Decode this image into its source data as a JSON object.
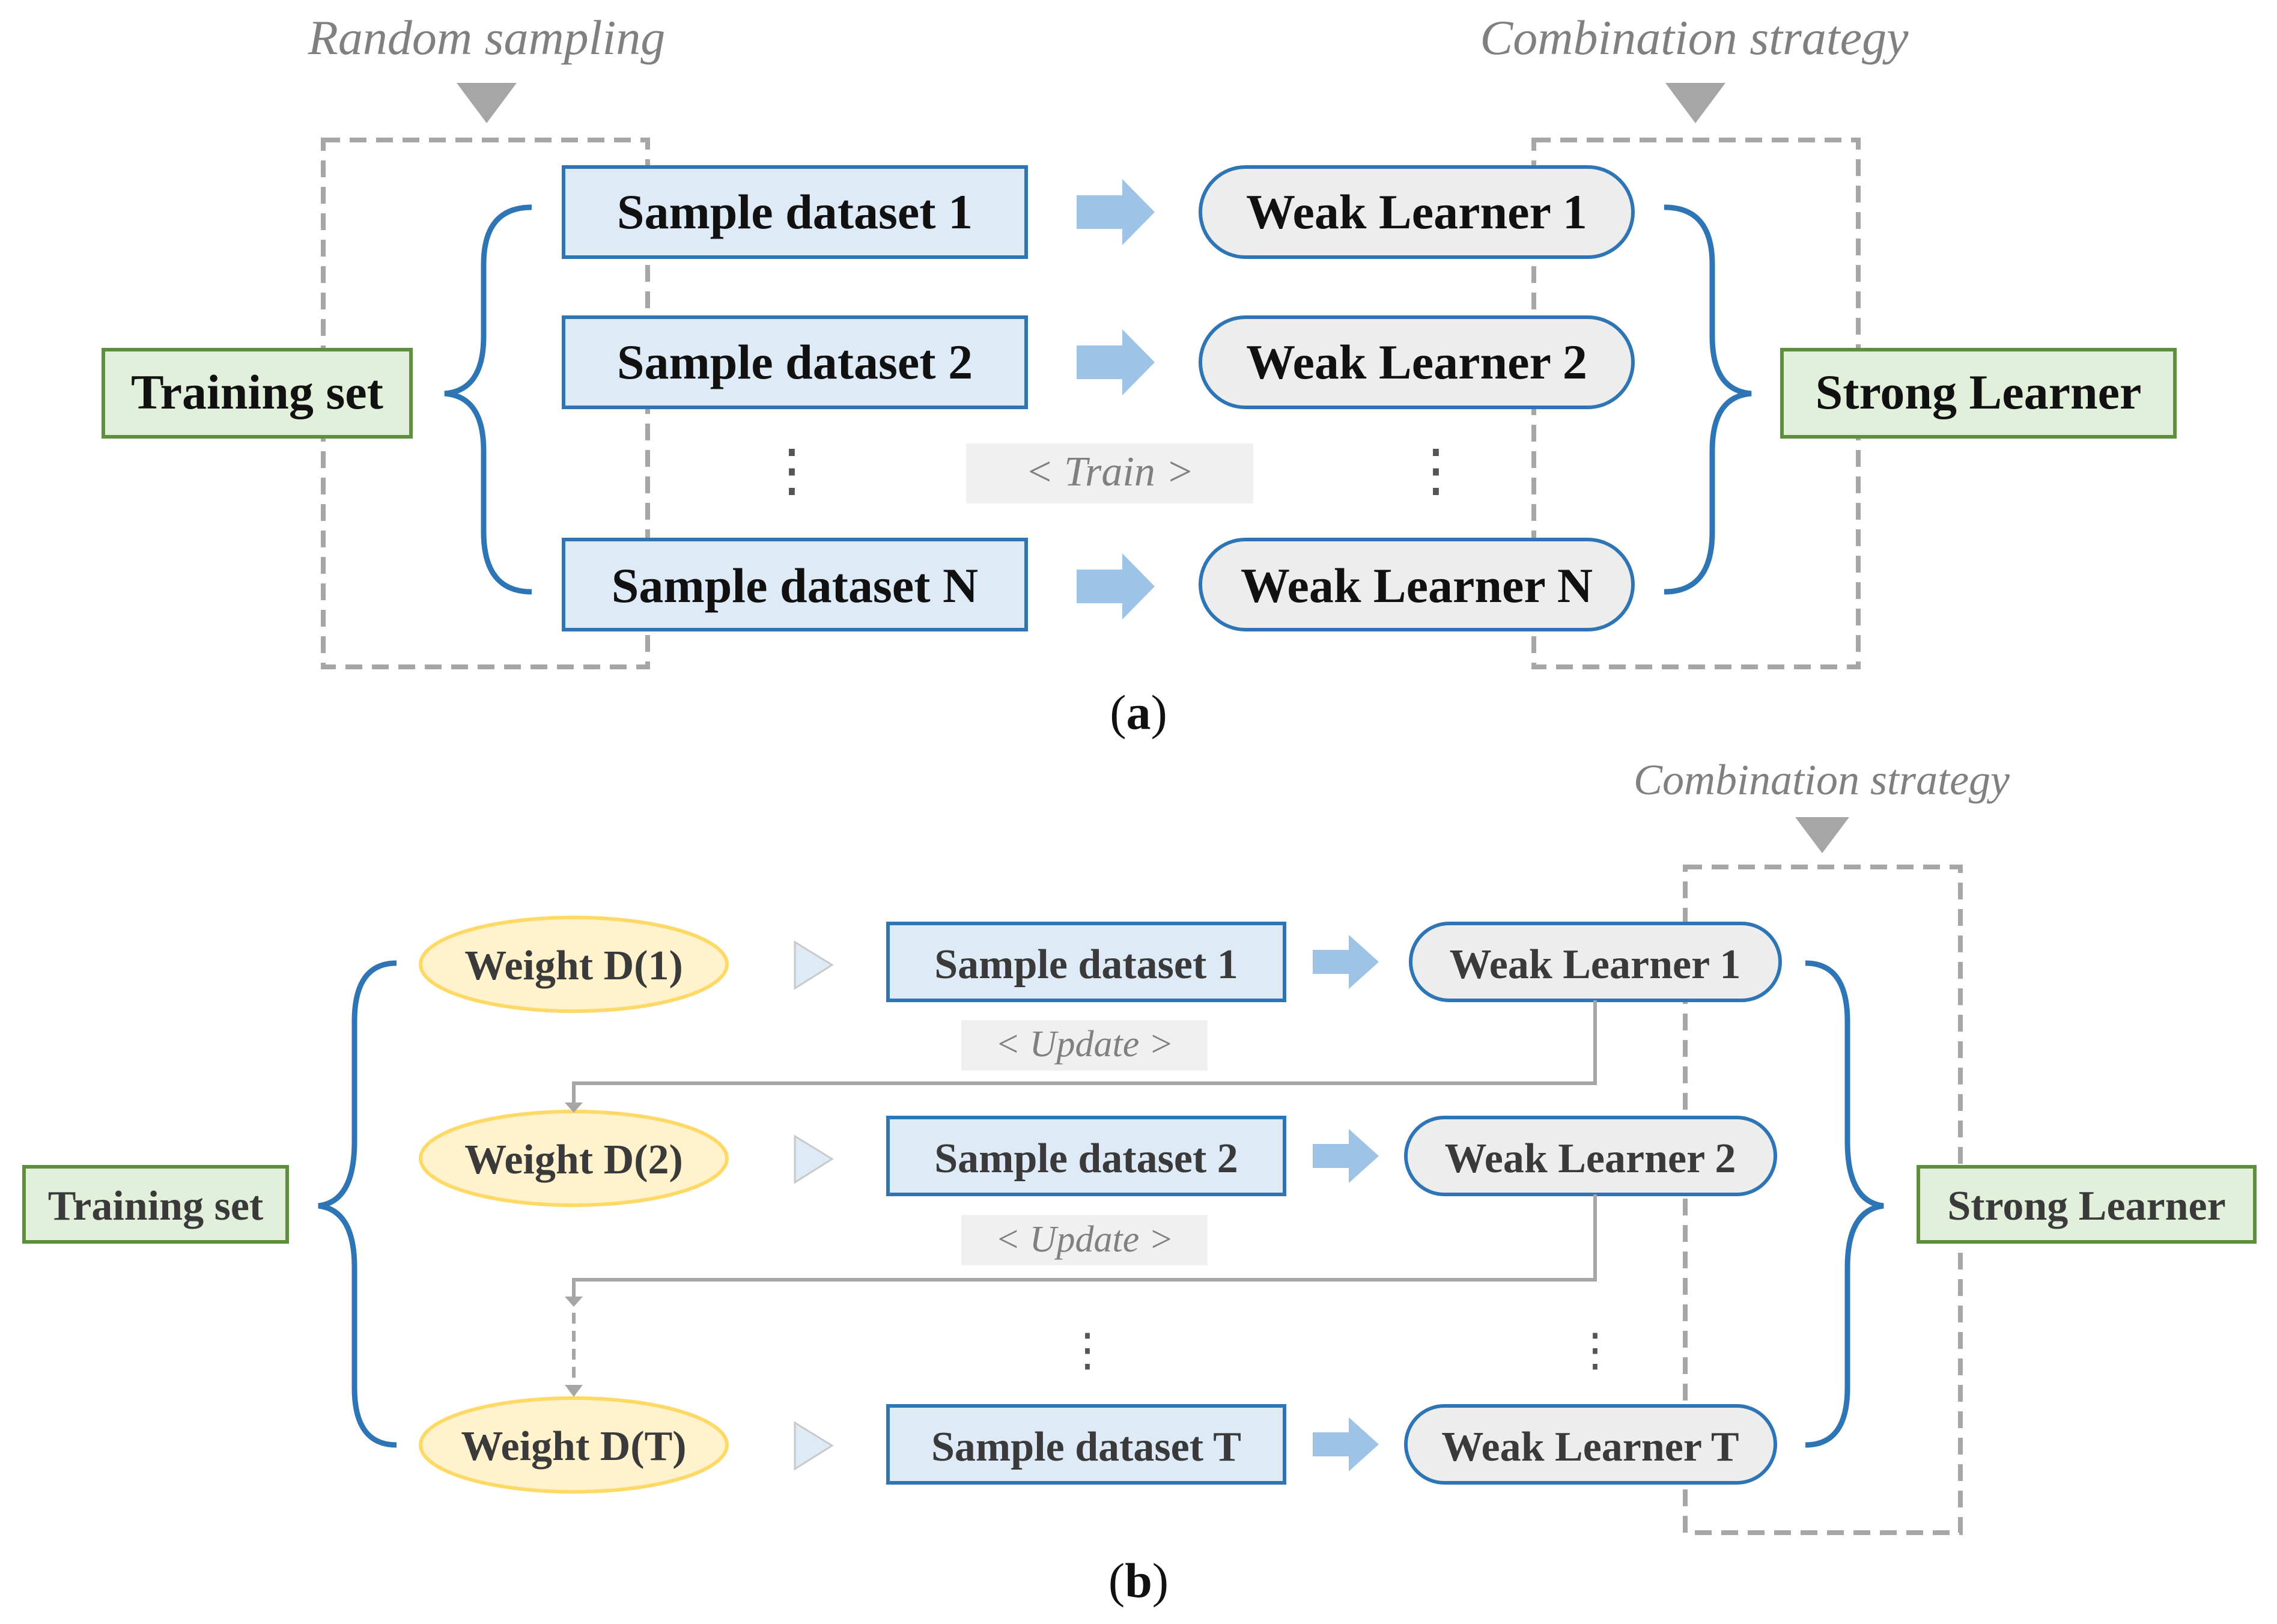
{
  "part_a": {
    "random_sampling": "Random sampling",
    "combination_strategy": "Combination strategy",
    "training_set": "Training set",
    "strong_learner": "Strong Learner",
    "samples": [
      "Sample dataset 1",
      "Sample dataset 2",
      "Sample dataset N"
    ],
    "learners": [
      "Weak Learner 1",
      "Weak Learner 2",
      "Weak Learner N"
    ],
    "train_label": "< Train >",
    "ellipsis": "⋮",
    "caption_open": "(",
    "caption_letter": "a",
    "caption_close": ")"
  },
  "part_b": {
    "combination_strategy": "Combination strategy",
    "training_set": "Training set",
    "strong_learner": "Strong Learner",
    "weights": [
      "Weight D(1)",
      "Weight D(2)",
      "Weight D(T)"
    ],
    "samples": [
      "Sample dataset 1",
      "Sample dataset 2",
      "Sample dataset T"
    ],
    "learners": [
      "Weak Learner 1",
      "Weak Learner 2",
      "Weak Learner T"
    ],
    "update_label": "< Update >",
    "ellipsis": "⋮",
    "caption_open": "(",
    "caption_letter": "b",
    "caption_close": ")"
  },
  "colors": {
    "green_fill": "#e2efda",
    "green_border": "#5e8f3c",
    "blue_fill": "#deebf7",
    "blue_border": "#2e75b6",
    "gray_fill": "#ededed",
    "yellow_fill": "#fff2cc",
    "yellow_border": "#ffd966",
    "arrow_blue": "#9dc3e6",
    "dashed_gray": "#a6a6a6"
  }
}
